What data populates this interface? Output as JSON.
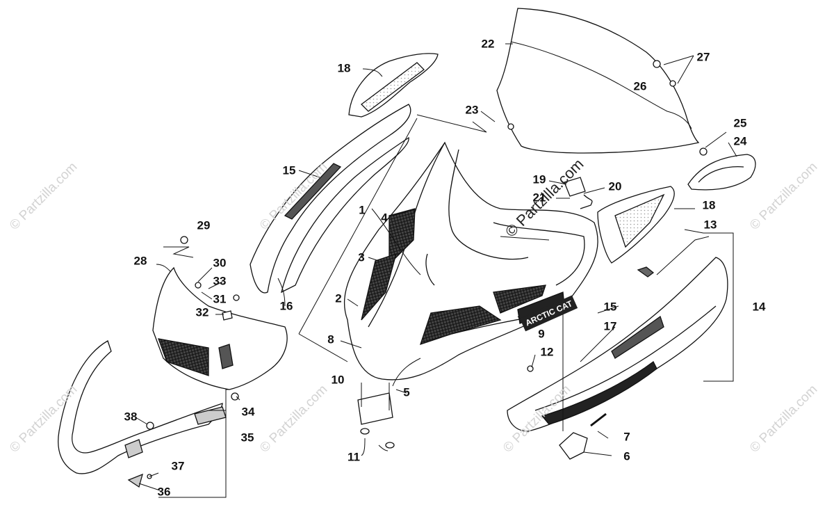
{
  "diagram": {
    "part_labels": [
      "1",
      "2",
      "3",
      "4",
      "5",
      "6",
      "7",
      "8",
      "9",
      "10",
      "11",
      "12",
      "13",
      "14",
      "15",
      "15",
      "16",
      "17",
      "18",
      "18",
      "19",
      "20",
      "21",
      "22",
      "23",
      "24",
      "25",
      "26",
      "27",
      "28",
      "29",
      "30",
      "31",
      "32",
      "33",
      "34",
      "35",
      "36",
      "37",
      "38"
    ],
    "watermark_text": "© Partzilla.com",
    "center_watermark": "© Partzilla.com",
    "brand_logo": "ARCTIC CAT",
    "colors": {
      "line": "#111111",
      "watermark": "#d3d3d3",
      "grille": "#333333"
    }
  }
}
